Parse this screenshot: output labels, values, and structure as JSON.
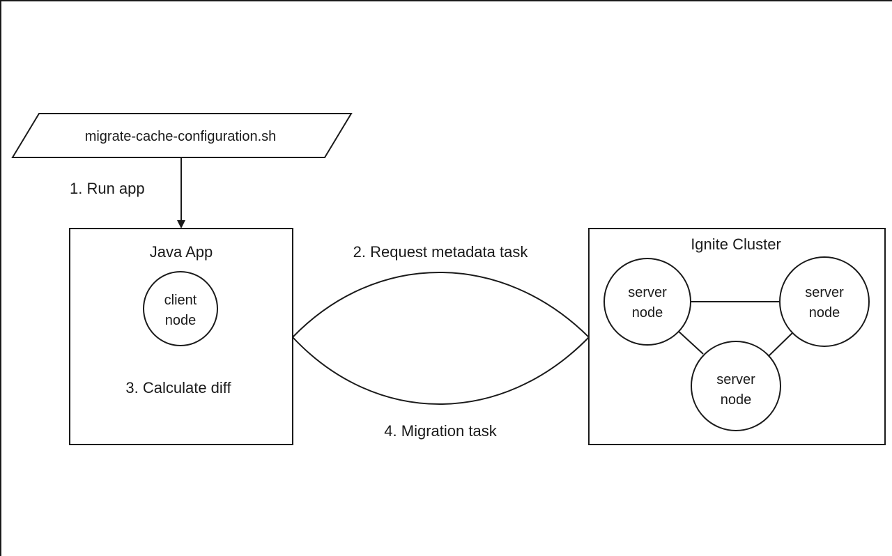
{
  "script": {
    "label": "migrate-cache-configuration.sh"
  },
  "steps": {
    "run_app": "1. Run app",
    "request_metadata": "2. Request metadata task",
    "calculate_diff": "3. Calculate diff",
    "migration": "4. Migration task"
  },
  "java_app": {
    "title": "Java App",
    "client_node": [
      "client",
      "node"
    ]
  },
  "cluster": {
    "title": "Ignite Cluster",
    "nodes": [
      [
        "server",
        "node"
      ],
      [
        "server",
        "node"
      ],
      [
        "server",
        "node"
      ]
    ]
  }
}
